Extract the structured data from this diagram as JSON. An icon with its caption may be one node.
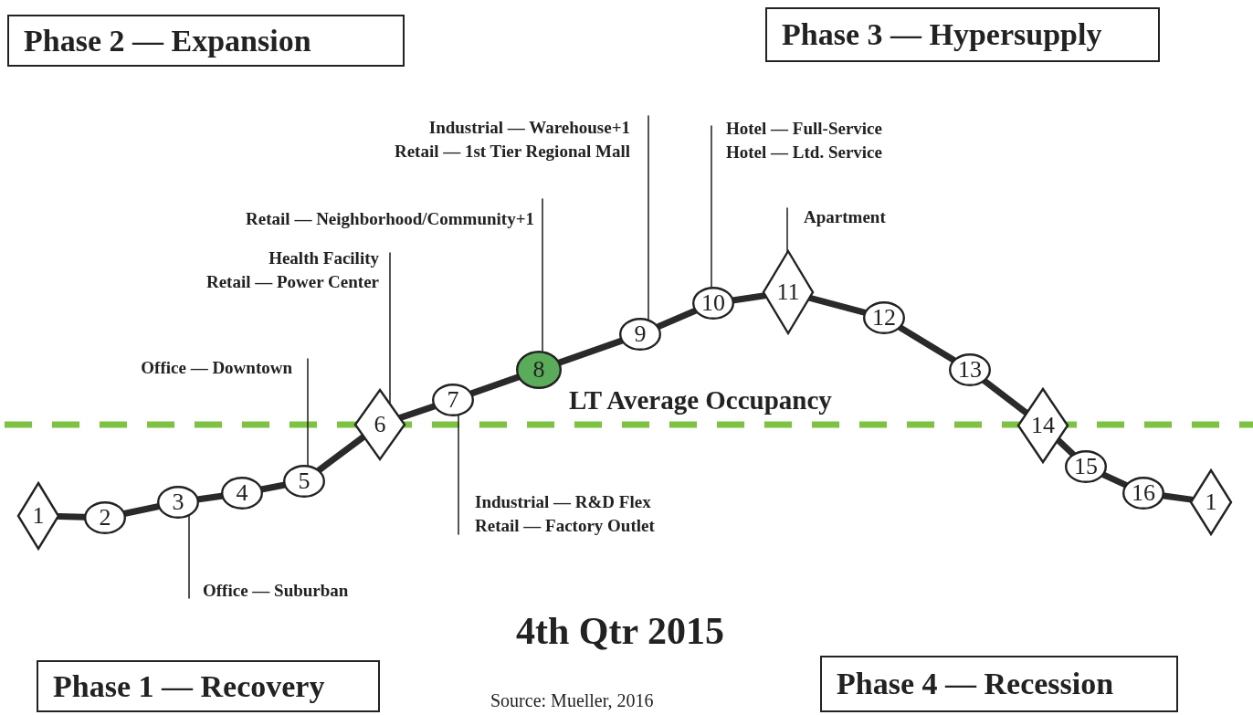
{
  "diagram": {
    "title": "4th Qtr 2015",
    "caption": "Source: Mueller, 2016",
    "nodes": [
      {
        "text": [
          "Phase 2 — Expansion"
        ]
      },
      {
        "text": [
          "Phase 3 — Hypersupply"
        ]
      },
      {
        "text": [
          "Phase 1 — Recovery"
        ]
      },
      {
        "text": [
          "Phase 4 — Recession"
        ]
      },
      {
        "text": [
          "1"
        ]
      },
      {
        "text": [
          "2"
        ]
      },
      {
        "text": [
          "3"
        ]
      },
      {
        "text": [
          "4"
        ]
      },
      {
        "text": [
          "5"
        ]
      },
      {
        "text": [
          "6"
        ]
      },
      {
        "text": [
          "7"
        ]
      },
      {
        "text": [
          "8"
        ]
      },
      {
        "text": [
          "9"
        ]
      },
      {
        "text": [
          "10"
        ]
      },
      {
        "text": [
          "11"
        ]
      },
      {
        "text": [
          "12"
        ]
      },
      {
        "text": [
          "13"
        ]
      },
      {
        "text": [
          "14"
        ]
      },
      {
        "text": [
          "15"
        ]
      },
      {
        "text": [
          "16"
        ]
      },
      {
        "text": [
          "1"
        ]
      },
      {
        "text": [
          "Office — Suburban"
        ]
      },
      {
        "text": [
          "Office — Downtown"
        ]
      },
      {
        "text": [
          "Health Facility",
          "Retail — Power Center"
        ]
      },
      {
        "text": [
          "Industrial — R&D Flex",
          "Retail — Factory Outlet"
        ]
      },
      {
        "text": [
          "Retail — Neighborhood/Community+1"
        ]
      },
      {
        "text": [
          "Industrial — Warehouse+1",
          "Retail — 1st Tier Regional Mall"
        ]
      },
      {
        "text": [
          "Hotel — Full-Service",
          "Hotel — Ltd. Service"
        ]
      },
      {
        "text": [
          "Apartment"
        ]
      }
    ],
    "edges": [
      {
        "from": 4,
        "to": 5,
        "arrow": "none"
      },
      {
        "from": 5,
        "to": 6,
        "arrow": "none"
      },
      {
        "from": 6,
        "to": 7,
        "arrow": "none"
      },
      {
        "from": 7,
        "to": 8,
        "arrow": "none"
      },
      {
        "from": 8,
        "to": 9,
        "arrow": "none"
      },
      {
        "from": 9,
        "to": 10,
        "arrow": "none"
      },
      {
        "from": 10,
        "to": 11,
        "arrow": "none"
      },
      {
        "from": 11,
        "to": 12,
        "arrow": "none"
      },
      {
        "from": 12,
        "to": 13,
        "arrow": "none"
      },
      {
        "from": 13,
        "to": 14,
        "arrow": "none"
      },
      {
        "from": 14,
        "to": 15,
        "arrow": "none"
      },
      {
        "from": 15,
        "to": 16,
        "arrow": "none"
      },
      {
        "from": 16,
        "to": 17,
        "arrow": "none"
      },
      {
        "from": 17,
        "to": 18,
        "arrow": "none"
      },
      {
        "from": 18,
        "to": 19,
        "arrow": "none"
      },
      {
        "from": 19,
        "to": 20,
        "arrow": "none"
      },
      {
        "from": 21,
        "to": 6,
        "arrow": "none"
      },
      {
        "from": 22,
        "to": 8,
        "arrow": "none"
      },
      {
        "from": 23,
        "to": 9,
        "arrow": "none"
      },
      {
        "from": 24,
        "to": 10,
        "arrow": "none"
      },
      {
        "from": 25,
        "to": 11,
        "arrow": "none"
      },
      {
        "from": 26,
        "to": 12,
        "arrow": "none"
      },
      {
        "from": 27,
        "to": 13,
        "arrow": "none"
      },
      {
        "from": 28,
        "to": 14,
        "arrow": "none"
      }
    ],
    "labels": [
      "LT Average Occupancy"
    ]
  }
}
